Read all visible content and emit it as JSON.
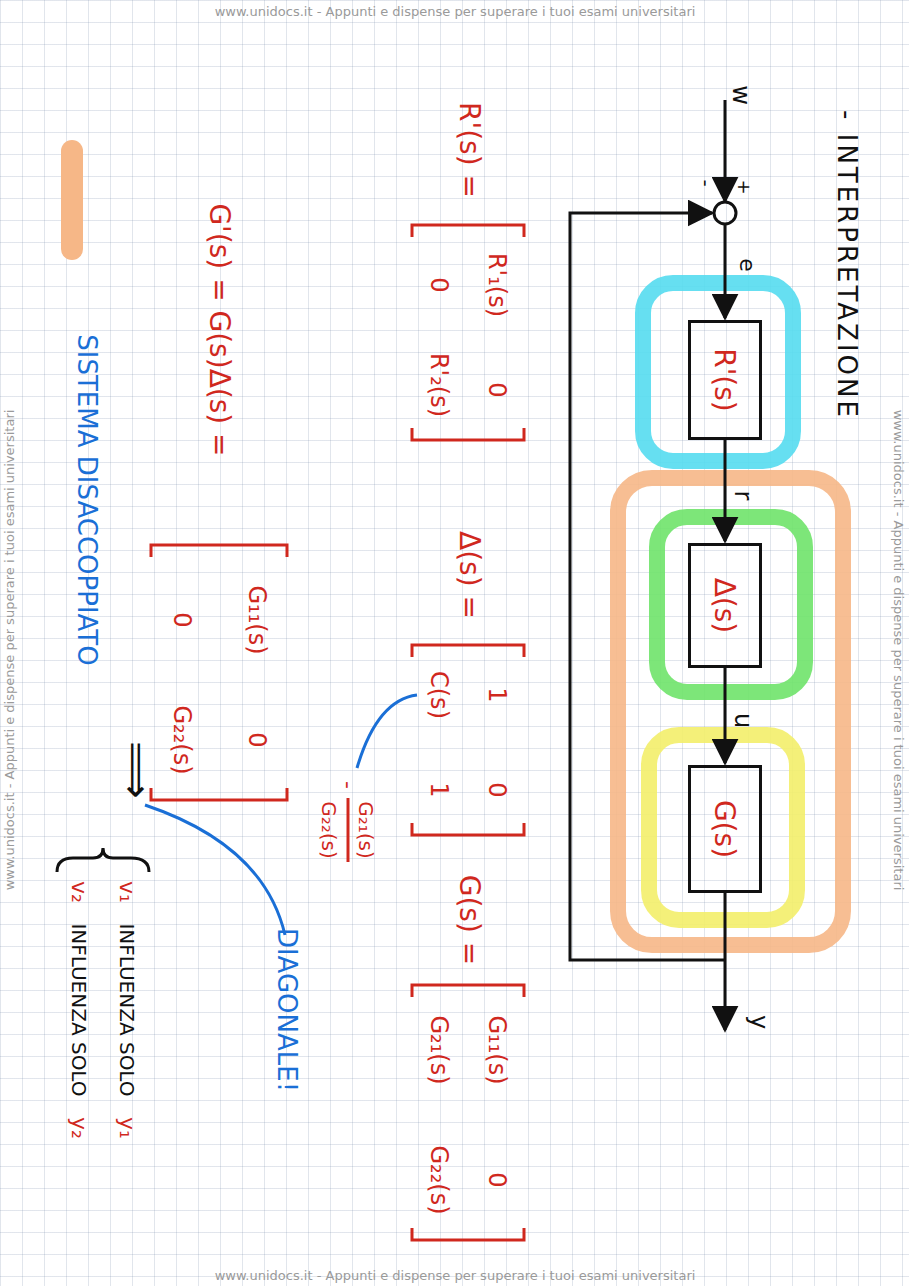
{
  "diagram": {
    "title": "- INTERPRETAZIONE",
    "nodes": [
      {
        "text": [
          "R'(s)"
        ]
      },
      {
        "text": [
          "Δ(s)"
        ]
      },
      {
        "text": [
          "G(s)"
        ]
      }
    ],
    "edges": [
      {
        "from": 0,
        "to": 1,
        "label": "r",
        "arrow": "to"
      },
      {
        "from": 1,
        "to": 2,
        "label": "u",
        "arrow": "to"
      }
    ],
    "labels": [
      "w",
      "+",
      "-",
      "e",
      "y",
      "R'(s) =",
      "R'₁(s)",
      "0",
      "0",
      "R'₂(s)",
      "Δ(s) =",
      "1",
      "0",
      "C(s)",
      "1",
      "-",
      "G₂₁(s)",
      "G₂₂(s)",
      "G(s) =",
      "G₁₁(s)",
      "0",
      "G₂₁(s)",
      "G₂₂(s)",
      "G'(s) = G(s)Δ(s) =",
      "G₁₁(s)",
      "0",
      "0",
      "G₂₂(s)",
      "DIAGONALE!",
      "SISTEMA DISACCOPPIATO",
      "⟹",
      "v₁",
      "INFLUENZA SOLO",
      "y₁",
      "v₂",
      "INFLUENZA SOLO",
      "y₂",
      "www.unidocs.it - Appunti e dispense per superare i tuoi esami universitari",
      "www.unidocs.it - Appunti e dispense per superare i tuoi esami universitari",
      "www.unidocs.it - Appunti e dispense per superare i tuoi esami universitari",
      "www.unidocs.it - Appunti e dispense per superare i tuoi esami universitari"
    ]
  }
}
